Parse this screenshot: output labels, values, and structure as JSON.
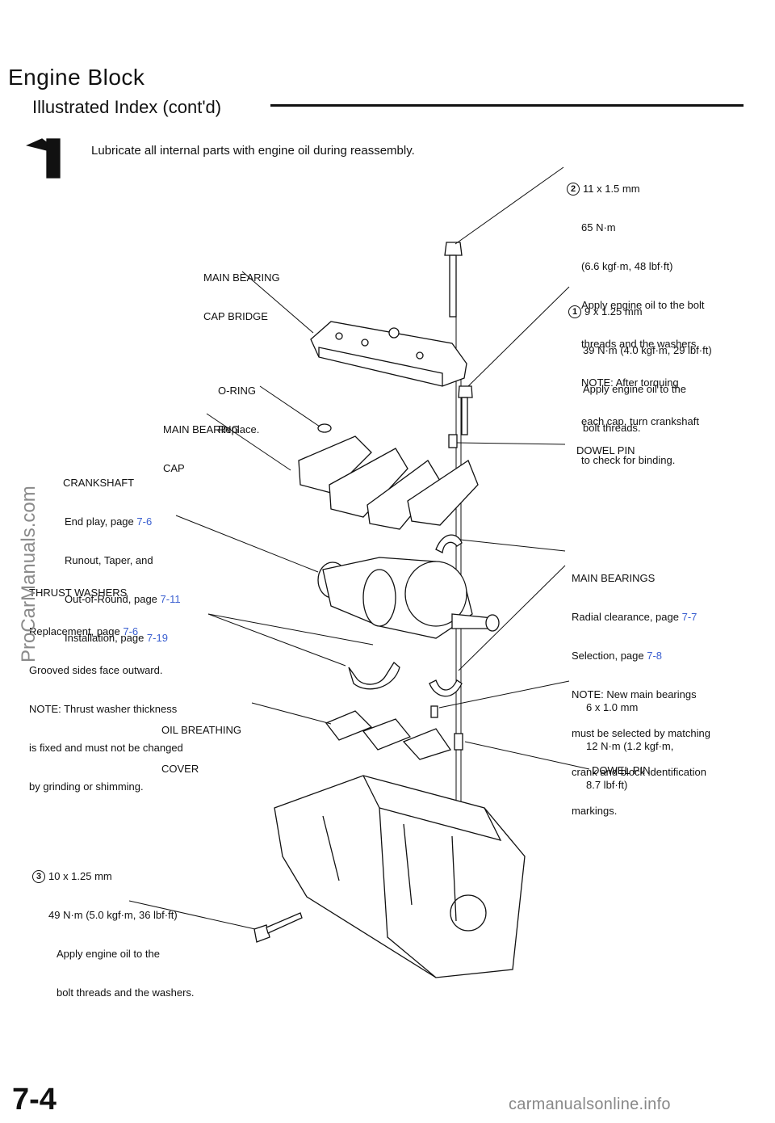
{
  "header": {
    "title": "Engine Block",
    "subtitle": "Illustrated Index (cont'd)",
    "lube_note": "Lubricate all internal parts with engine oil during reassembly.",
    "oil_icon_label": "OIL"
  },
  "callouts": {
    "bolt2": {
      "number": "2",
      "lines": [
        "11 x 1.5 mm",
        "65 N·m",
        "(6.6 kgf·m, 48 lbf·ft)",
        "Apply engine oil to the bolt",
        "threads and the washers.",
        "NOTE: After torquing",
        "each cap, turn crankshaft",
        "to check for binding."
      ]
    },
    "bolt1": {
      "number": "1",
      "lines": [
        "9 x 1.25 mm",
        "39 N·m (4.0 kgf·m, 29 lbf·ft)",
        "Apply engine oil to the",
        "bolt threads."
      ]
    },
    "cap_bridge": {
      "lines": [
        "MAIN BEARING",
        "CAP BRIDGE"
      ]
    },
    "o_ring": {
      "lines": [
        "O-RING",
        "Replace."
      ]
    },
    "main_cap": {
      "lines": [
        "MAIN BEARING",
        "CAP"
      ]
    },
    "dowel_pin_upper": {
      "text": "DOWEL PIN"
    },
    "crankshaft": {
      "title": "CRANKSHAFT",
      "items": [
        {
          "text": "End play, page ",
          "ref": "7-6"
        },
        {
          "text": "Runout, Taper, and",
          "ref": ""
        },
        {
          "text": "Out-of-Round, page ",
          "ref": "7-11"
        },
        {
          "text": "Installation, page ",
          "ref": "7-19"
        }
      ]
    },
    "main_bearings": {
      "title": "MAIN BEARINGS",
      "items": [
        {
          "text": "Radial clearance, page ",
          "ref": "7-7"
        },
        {
          "text": "Selection, page ",
          "ref": "7-8"
        },
        {
          "text": "NOTE: New main bearings",
          "ref": ""
        },
        {
          "text": "must be selected by matching",
          "ref": ""
        },
        {
          "text": "crank and block identification",
          "ref": ""
        },
        {
          "text": "markings.",
          "ref": ""
        }
      ]
    },
    "thrust_washers": {
      "title": "THRUST WASHERS",
      "items": [
        {
          "text": "Replacement, page ",
          "ref": "7-6"
        },
        {
          "text": "Grooved sides face outward.",
          "ref": ""
        },
        {
          "text": "NOTE: Thrust washer thickness",
          "ref": ""
        },
        {
          "text": "is fixed and must not be changed",
          "ref": ""
        },
        {
          "text": "by grinding or shimming.",
          "ref": ""
        }
      ]
    },
    "bolt_6x1": {
      "lines": [
        "6 x 1.0 mm",
        "12 N·m (1.2 kgf·m,",
        "8.7 lbf·ft)"
      ]
    },
    "oil_cover": {
      "lines": [
        "OIL BREATHING",
        "COVER"
      ]
    },
    "dowel_pin_lower": {
      "text": "DOWEL PIN"
    },
    "bolt3": {
      "number": "3",
      "lines": [
        "10 x 1.25 mm",
        "49 N·m (5.0 kgf·m, 36 lbf·ft)",
        "Apply engine oil to the",
        "bolt threads and the washers."
      ]
    }
  },
  "footer": {
    "page_number": "7-4",
    "site": "carmanualsonline.info",
    "watermark": "ProCarManuals.com"
  }
}
